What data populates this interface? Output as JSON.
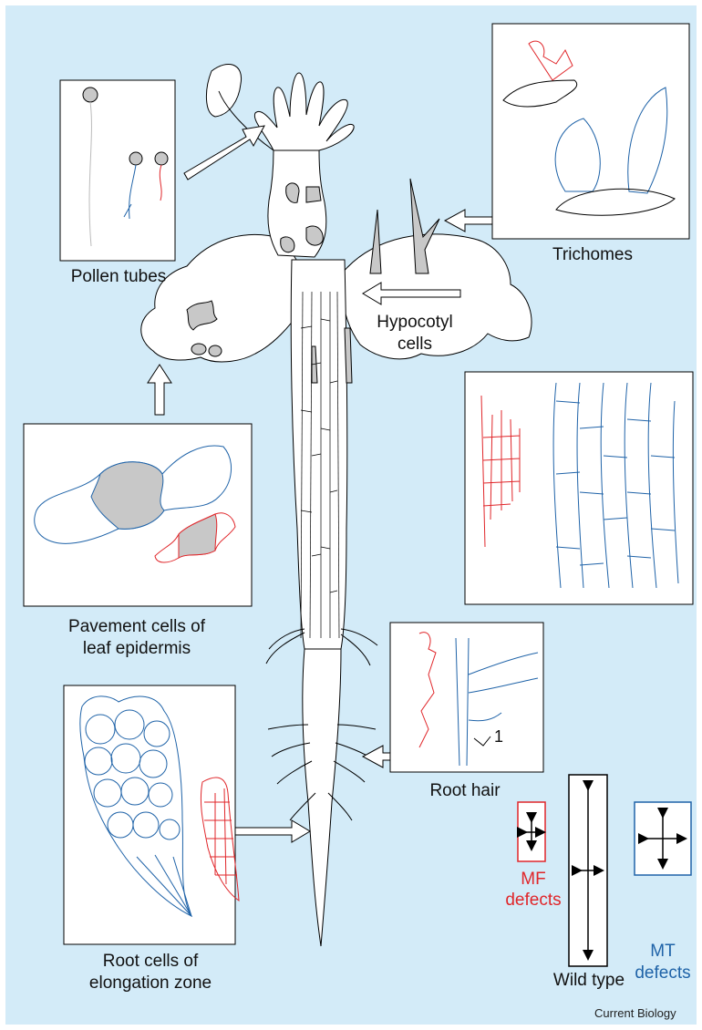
{
  "colors": {
    "background": "#d3ebf8",
    "mf_red": "#e0262a",
    "mt_blue": "#1f63a8",
    "cell_grey": "#c8c8c8"
  },
  "labels": {
    "pollen_tubes": "Pollen tubes",
    "trichomes": "Trichomes",
    "pavement_line1": "Pavement cells of",
    "pavement_line2": "leaf epidermis",
    "hypocotyl_line1": "Hypocotyl",
    "hypocotyl_line2": "cells",
    "root_hair": "Root hair",
    "root_cells_line1": "Root cells of",
    "root_cells_line2": "elongation zone",
    "callout_number": "1"
  },
  "legend": {
    "mf_line1": "MF",
    "mf_line2": "defects",
    "wild_type": "Wild type",
    "mt_line1": "MT",
    "mt_line2": "defects"
  },
  "credit": "Current Biology"
}
